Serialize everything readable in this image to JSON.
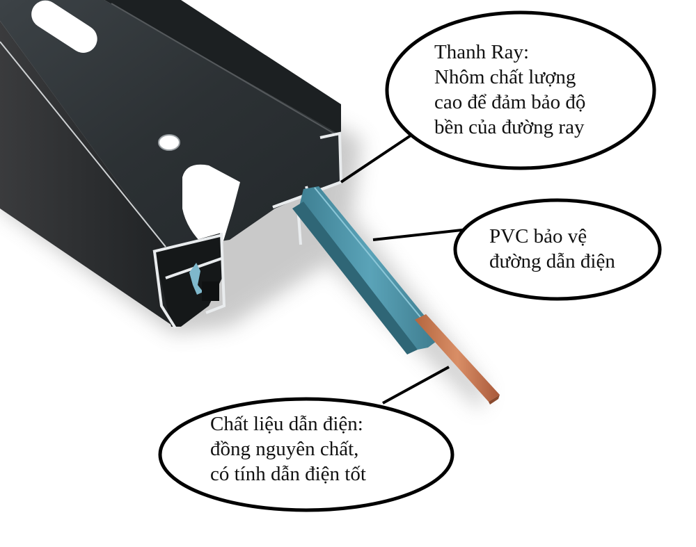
{
  "diagram": {
    "subject": "aluminum track rail cross-section with PVC insulator and copper conductor",
    "colors": {
      "background": "#ffffff",
      "rail_dark": "#2f3437",
      "rail_edge": "#e6e8ea",
      "pvc_blue": "#4f93a8",
      "copper": "#c97a55",
      "outline": "#000000"
    }
  },
  "callouts": [
    {
      "id": "rail",
      "lines": [
        "Thanh Ray:",
        "Nhôm chất lượng",
        "cao để đảm bảo độ",
        "bền của đường ray"
      ]
    },
    {
      "id": "pvc",
      "lines": [
        "PVC bảo vệ",
        "đường dẫn điện"
      ]
    },
    {
      "id": "conductor",
      "lines": [
        "Chất liệu dẫn điện:",
        "đồng nguyên chất,",
        "có tính dẫn điện tốt"
      ]
    }
  ]
}
